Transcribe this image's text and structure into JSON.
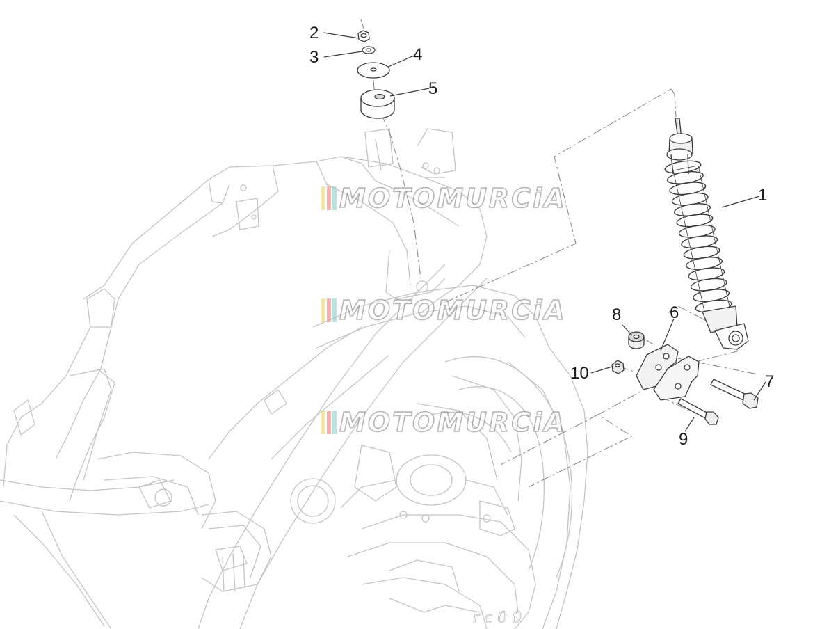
{
  "diagram": {
    "callouts": [
      {
        "id": "1",
        "label": "1"
      },
      {
        "id": "2",
        "label": "2"
      },
      {
        "id": "3",
        "label": "3"
      },
      {
        "id": "4",
        "label": "4"
      },
      {
        "id": "5",
        "label": "5"
      },
      {
        "id": "6",
        "label": "6"
      },
      {
        "id": "7",
        "label": "7"
      },
      {
        "id": "8",
        "label": "8"
      },
      {
        "id": "9",
        "label": "9"
      },
      {
        "id": "10",
        "label": "10"
      }
    ],
    "watermark": {
      "text": "MOTOMURCiA",
      "bar_colors": [
        "#e8d36a",
        "#e07a72",
        "#8cc9c2"
      ],
      "text_outline": "#7a7a7a"
    },
    "line_color": "#bdbdbd",
    "part_line_color": "#3a3a3a"
  }
}
